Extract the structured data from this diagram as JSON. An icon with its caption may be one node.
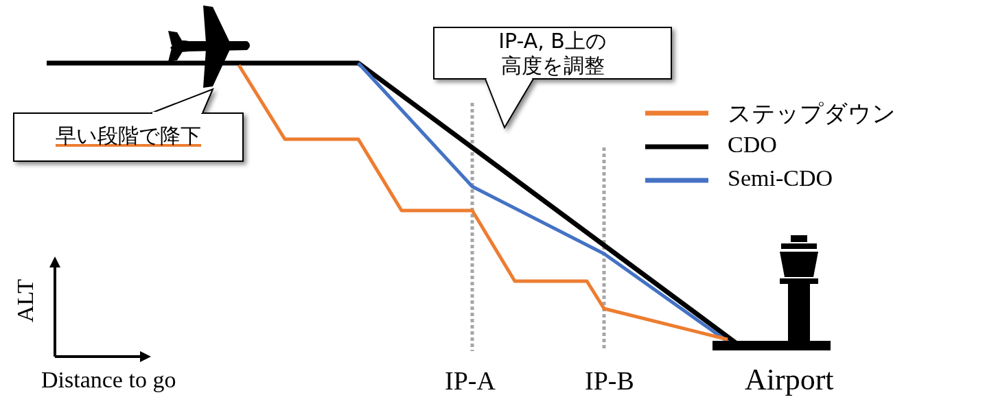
{
  "diagram": {
    "nodes": [
      {
        "text": [
          "早い段階で降下"
        ]
      },
      {
        "text": [
          "IP-A, B上の高度を調整"
        ]
      }
    ],
    "labels": [
      "ALT",
      "Distance to go",
      "IP-A",
      "IP-B",
      "Airport"
    ],
    "legend": [
      {
        "text": "ステップダウン"
      },
      {
        "text": "CDO"
      },
      {
        "text": "Semi-CDO"
      }
    ]
  }
}
